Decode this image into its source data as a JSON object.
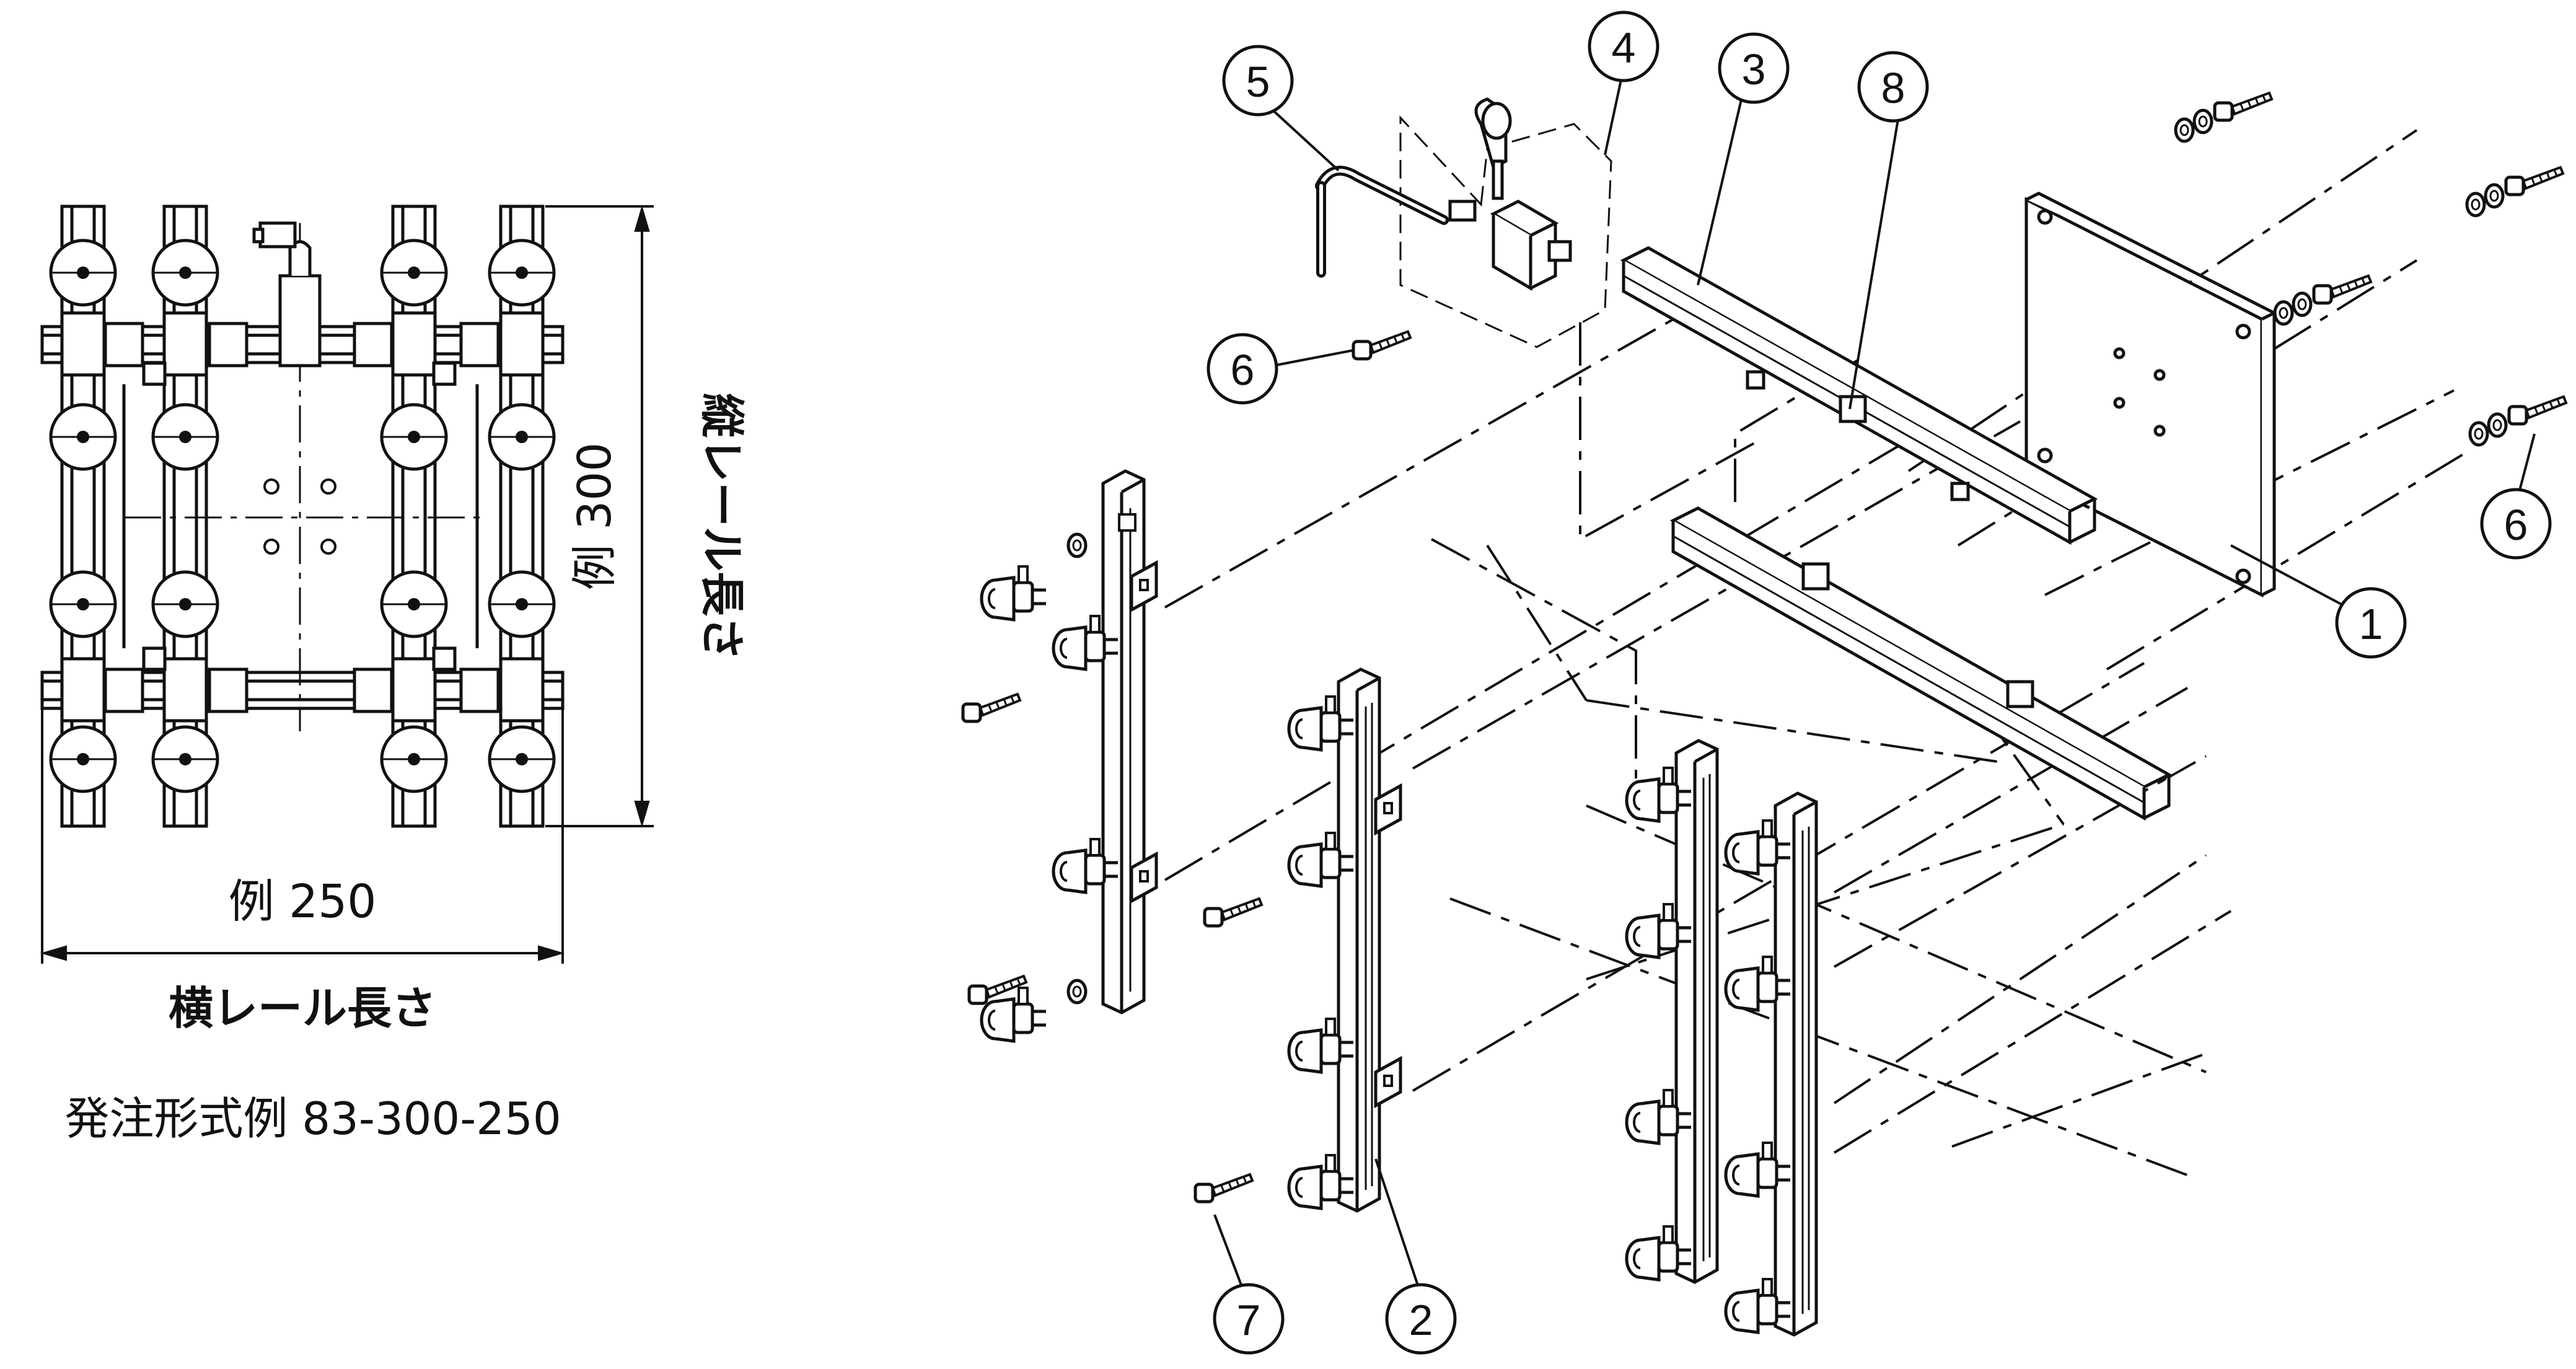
{
  "front_view": {
    "vertical_dim_label": "例 300",
    "vertical_rail_caption": "縦レール長さ",
    "horizontal_dim_label": "例 250",
    "horizontal_rail_caption": "横レール長さ",
    "order_example": "発注形式例 83-300-250"
  },
  "exploded_view": {
    "balloons": [
      {
        "id": "balloon-1",
        "label": "1"
      },
      {
        "id": "balloon-2",
        "label": "2"
      },
      {
        "id": "balloon-3",
        "label": "3"
      },
      {
        "id": "balloon-4",
        "label": "4"
      },
      {
        "id": "balloon-5",
        "label": "5"
      },
      {
        "id": "balloon-6a",
        "label": "6"
      },
      {
        "id": "balloon-6b",
        "label": "6"
      },
      {
        "id": "balloon-7",
        "label": "7"
      },
      {
        "id": "balloon-8",
        "label": "8"
      }
    ]
  },
  "colors": {
    "line": "#111111",
    "background": "#ffffff"
  }
}
